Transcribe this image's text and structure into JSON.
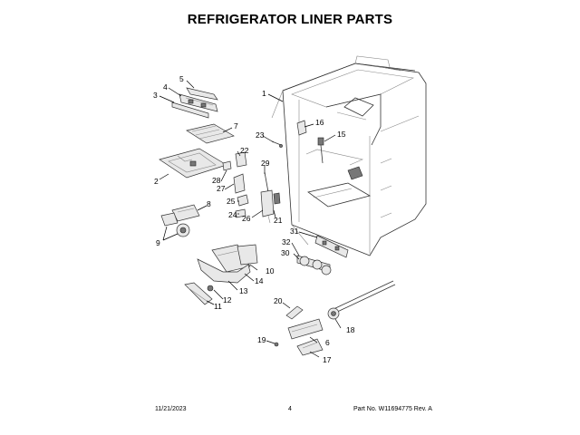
{
  "title": "REFRIGERATOR LINER PARTS",
  "footer": {
    "date": "11/21/2023",
    "page": "4",
    "part_info": "Part No. W11694775  Rev. A"
  },
  "callouts": {
    "c1": "1",
    "c2": "2",
    "c3": "3",
    "c4": "4",
    "c5": "5",
    "c6": "6",
    "c7": "7",
    "c8": "8",
    "c9": "9",
    "c10": "10",
    "c11": "11",
    "c12": "12",
    "c13": "13",
    "c14": "14",
    "c15": "15",
    "c16": "16",
    "c17": "17",
    "c18": "18",
    "c19": "19",
    "c20": "20",
    "c21": "21",
    "c22": "22",
    "c23": "23",
    "c24": "24",
    "c25": "25",
    "c26": "26",
    "c27": "27",
    "c28": "28",
    "c29": "29",
    "c30": "30",
    "c31": "31",
    "c32": "32"
  }
}
